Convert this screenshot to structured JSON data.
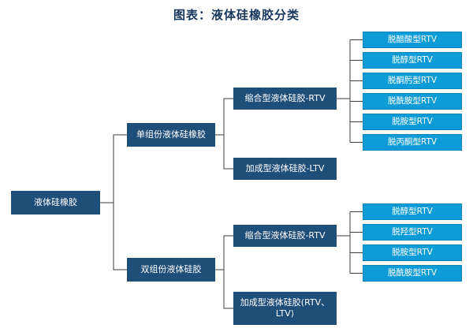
{
  "title": "图表：液体硅橡胶分类",
  "colors": {
    "dark_node": "#1F4E79",
    "leaf_node": "#0E9CD9",
    "leaf_border": "#0B86BB",
    "line": "#3F3F3F",
    "title": "#17375E"
  },
  "tree": {
    "root": {
      "label": "液体硅橡胶"
    },
    "branches": [
      {
        "label": "单组份液体硅橡胶",
        "children": [
          {
            "label": "缩合型液体硅胶-RTV",
            "leaves": [
              "脱醋酸型RTV",
              "脱醇型RTV",
              "脱酮肟型RTV",
              "脱酰胺型RTV",
              "脱胺型RTV",
              "脱丙酮型RTV"
            ]
          },
          {
            "label": "加成型液体硅胶-LTV",
            "leaves": []
          }
        ]
      },
      {
        "label": "双组份液体硅胶",
        "children": [
          {
            "label": "缩合型液体硅胶-RTV",
            "leaves": [
              "脱醇型RTV",
              "脱羟型RTV",
              "脱胺型RTV",
              "脱酰胺型RTV"
            ]
          },
          {
            "label": "加成型液体硅胶(RTV、LTV)",
            "leaves": []
          }
        ]
      }
    ]
  }
}
